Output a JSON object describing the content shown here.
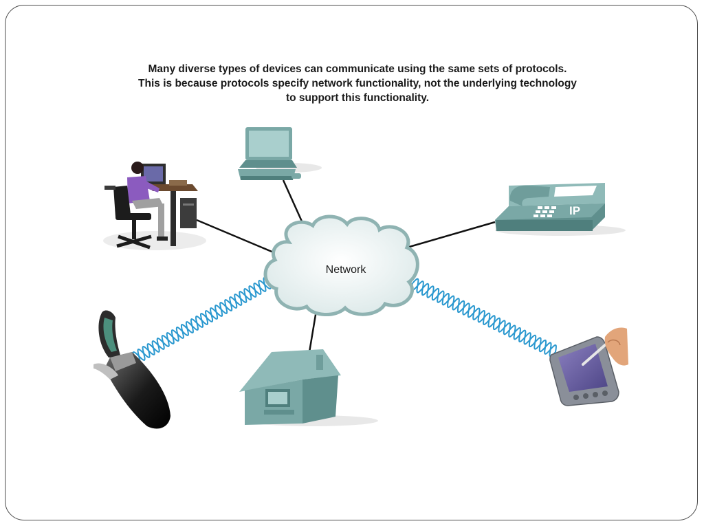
{
  "caption": {
    "line1": "Many diverse types of devices can communicate using the same sets of protocols.",
    "line2": "This is because protocols specify network functionality, not the underlying technology",
    "line3": "to support this functionality."
  },
  "network": {
    "label": "Network"
  },
  "ip_phone": {
    "badge": "IP"
  },
  "colors": {
    "device_teal": "#7aa8a6",
    "device_teal_dark": "#4f7f7d",
    "cloud_fill": "#f2f7f7",
    "cloud_stroke": "#8fb3b2",
    "wireless_wave": "#2a98cf",
    "wired_link": "#111111"
  },
  "icons": [
    "desktop-computer-icon",
    "user-at-workstation-icon",
    "ip-phone-icon",
    "cell-phone-icon",
    "house-icon",
    "pda-icon",
    "cloud-icon"
  ]
}
